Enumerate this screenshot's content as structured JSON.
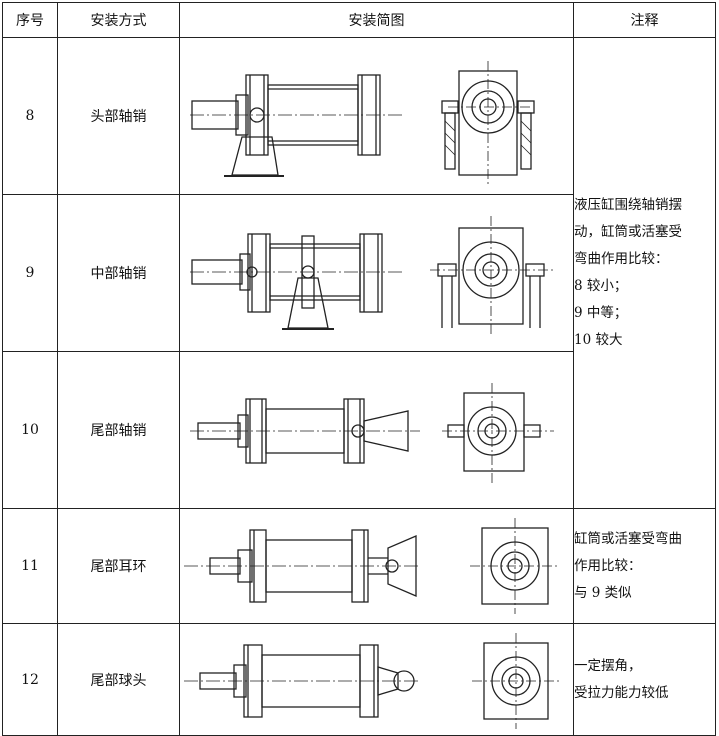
{
  "header": {
    "col_no": "序号",
    "col_mode": "安装方式",
    "col_diagram": "安装简图",
    "col_note": "注释"
  },
  "rows": [
    {
      "no": "8",
      "mode": "头部轴销"
    },
    {
      "no": "9",
      "mode": "中部轴销"
    },
    {
      "no": "10",
      "mode": "尾部轴销"
    },
    {
      "no": "11",
      "mode": "尾部耳环"
    },
    {
      "no": "12",
      "mode": "尾部球头"
    }
  ],
  "notes": {
    "group_8_10": [
      "液压缸围绕轴销摆",
      "动，缸筒或活塞受",
      "弯曲作用比较：",
      "8 较小；",
      "9 中等；",
      "10 较大"
    ],
    "row_11": [
      "缸筒或活塞受弯曲",
      "作用比较：",
      "与 9 类似"
    ],
    "row_12": [
      "一定摆角，",
      "受拉力能力较低"
    ]
  }
}
